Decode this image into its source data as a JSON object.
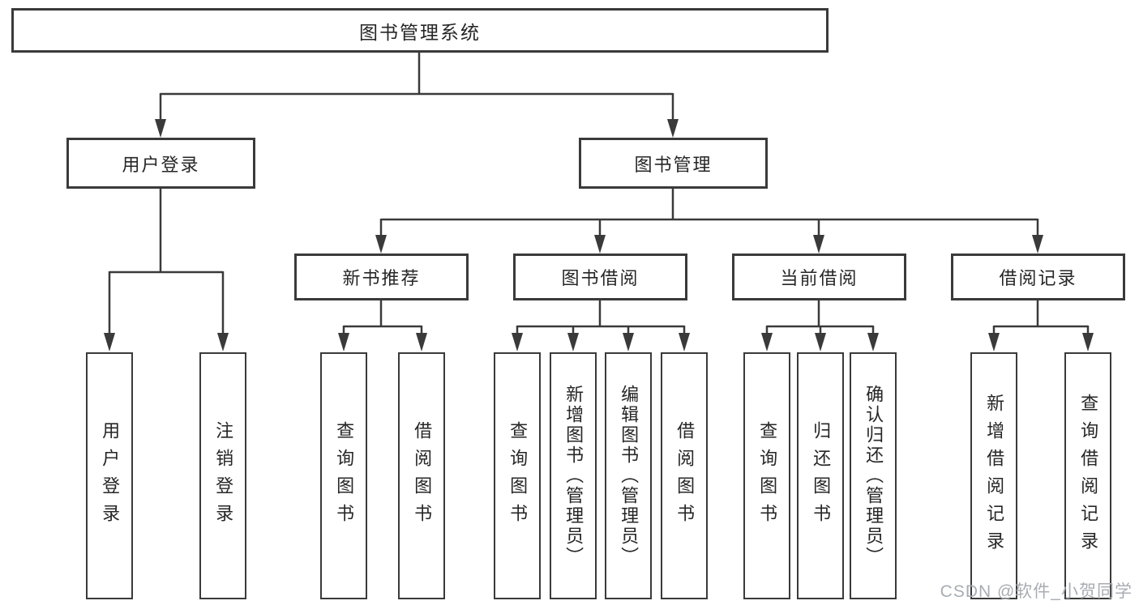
{
  "diagram": {
    "root": {
      "label": "图书管理系统"
    },
    "user_login": {
      "label": "用户登录",
      "children": {
        "login": "用户登录",
        "logout": "注销登录"
      }
    },
    "book_management": {
      "label": "图书管理",
      "sections": {
        "new_books": {
          "label": "新书推荐",
          "children": {
            "query": "查询图书",
            "borrow": "借阅图书"
          }
        },
        "book_borrow": {
          "label": "图书借阅",
          "children": {
            "query": "查询图书",
            "add": "新增图书（管理员）",
            "edit": "编辑图书（管理员）",
            "borrow": "借阅图书"
          }
        },
        "current_borrow": {
          "label": "当前借阅",
          "children": {
            "query": "查询图书",
            "return": "归还图书",
            "confirm": "确认归还（管理员）"
          }
        },
        "borrow_records": {
          "label": "借阅记录",
          "children": {
            "add": "新增借阅记录",
            "query": "查询借阅记录"
          }
        }
      }
    },
    "watermark": "CSDN @软件_小贺同学"
  },
  "colors": {
    "line": "#3a3a3a",
    "text": "#262626",
    "watermark_gray": "#a8adb3"
  }
}
